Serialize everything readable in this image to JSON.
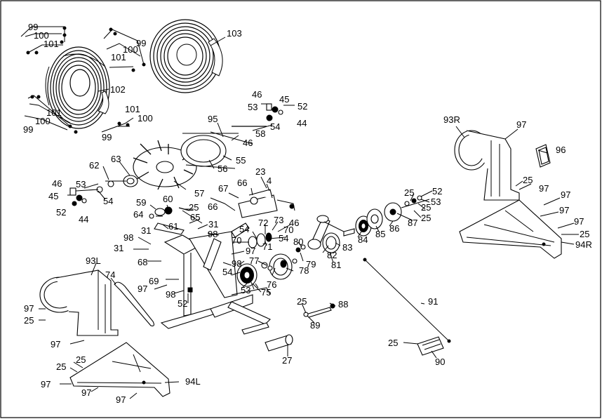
{
  "diagram": {
    "background": "#ffffff",
    "line_color": "#000000",
    "callouts": [
      {
        "id": "c1",
        "text": "99"
      },
      {
        "id": "c2",
        "text": "100"
      },
      {
        "id": "c3",
        "text": "101"
      },
      {
        "id": "c4",
        "text": "99"
      },
      {
        "id": "c5",
        "text": "100"
      },
      {
        "id": "c6",
        "text": "101"
      },
      {
        "id": "c7",
        "text": "103"
      },
      {
        "id": "c8",
        "text": "102"
      },
      {
        "id": "c9",
        "text": "101"
      },
      {
        "id": "c10",
        "text": "100"
      },
      {
        "id": "c11",
        "text": "99"
      },
      {
        "id": "c12",
        "text": "101"
      },
      {
        "id": "c13",
        "text": "100"
      },
      {
        "id": "c14",
        "text": "99"
      },
      {
        "id": "c15",
        "text": "46"
      },
      {
        "id": "c16",
        "text": "45"
      },
      {
        "id": "c17",
        "text": "53"
      },
      {
        "id": "c18",
        "text": "52"
      },
      {
        "id": "c19",
        "text": "54"
      },
      {
        "id": "c20",
        "text": "44"
      },
      {
        "id": "c21",
        "text": "58"
      },
      {
        "id": "c22",
        "text": "95"
      },
      {
        "id": "c23",
        "text": "46"
      },
      {
        "id": "c24",
        "text": "56"
      },
      {
        "id": "c25",
        "text": "55"
      },
      {
        "id": "c26",
        "text": "63"
      },
      {
        "id": "c27",
        "text": "62"
      },
      {
        "id": "c28",
        "text": "57"
      },
      {
        "id": "c29",
        "text": "46"
      },
      {
        "id": "c30",
        "text": "53"
      },
      {
        "id": "c31",
        "text": "45"
      },
      {
        "id": "c32",
        "text": "54"
      },
      {
        "id": "c33",
        "text": "52"
      },
      {
        "id": "c34",
        "text": "44"
      },
      {
        "id": "c35",
        "text": "23"
      },
      {
        "id": "c36",
        "text": "66"
      },
      {
        "id": "c37",
        "text": "67"
      },
      {
        "id": "c38",
        "text": "4"
      },
      {
        "id": "c39",
        "text": "59"
      },
      {
        "id": "c40",
        "text": "60"
      },
      {
        "id": "c41",
        "text": "25"
      },
      {
        "id": "c42",
        "text": "64"
      },
      {
        "id": "c43",
        "text": "66"
      },
      {
        "id": "c44",
        "text": "65"
      },
      {
        "id": "c45",
        "text": "61"
      },
      {
        "id": "c46",
        "text": "31"
      },
      {
        "id": "c47",
        "text": "31"
      },
      {
        "id": "c48",
        "text": "98"
      },
      {
        "id": "c49",
        "text": "98"
      },
      {
        "id": "c50",
        "text": "31"
      },
      {
        "id": "c51",
        "text": "68"
      },
      {
        "id": "c52",
        "text": "70"
      },
      {
        "id": "c53",
        "text": "54"
      },
      {
        "id": "c54",
        "text": "72"
      },
      {
        "id": "c55",
        "text": "73"
      },
      {
        "id": "c56",
        "text": "46"
      },
      {
        "id": "c57",
        "text": "70"
      },
      {
        "id": "c58",
        "text": "54"
      },
      {
        "id": "c59",
        "text": "71"
      },
      {
        "id": "c60",
        "text": "97"
      },
      {
        "id": "c61",
        "text": "98"
      },
      {
        "id": "c62",
        "text": "77"
      },
      {
        "id": "c63",
        "text": "54"
      },
      {
        "id": "c64",
        "text": "69"
      },
      {
        "id": "c65",
        "text": "97"
      },
      {
        "id": "c66",
        "text": "98"
      },
      {
        "id": "c67",
        "text": "76"
      },
      {
        "id": "c68",
        "text": "78"
      },
      {
        "id": "c69",
        "text": "53"
      },
      {
        "id": "c70",
        "text": "75"
      },
      {
        "id": "c71",
        "text": "52"
      },
      {
        "id": "c72",
        "text": "80"
      },
      {
        "id": "c73",
        "text": "82"
      },
      {
        "id": "c74",
        "text": "79"
      },
      {
        "id": "c75",
        "text": "81"
      },
      {
        "id": "c76",
        "text": "83"
      },
      {
        "id": "c77",
        "text": "84"
      },
      {
        "id": "c78",
        "text": "85"
      },
      {
        "id": "c79",
        "text": "86"
      },
      {
        "id": "c80",
        "text": "87"
      },
      {
        "id": "c81",
        "text": "25"
      },
      {
        "id": "c82",
        "text": "52"
      },
      {
        "id": "c83",
        "text": "53"
      },
      {
        "id": "c84",
        "text": "25"
      },
      {
        "id": "c85",
        "text": "25"
      },
      {
        "id": "c86",
        "text": "93R"
      },
      {
        "id": "c87",
        "text": "97"
      },
      {
        "id": "c88",
        "text": "96"
      },
      {
        "id": "c89",
        "text": "25"
      },
      {
        "id": "c90",
        "text": "97"
      },
      {
        "id": "c91",
        "text": "97"
      },
      {
        "id": "c92",
        "text": "97"
      },
      {
        "id": "c93",
        "text": "97"
      },
      {
        "id": "c94",
        "text": "25"
      },
      {
        "id": "c95",
        "text": "94R"
      },
      {
        "id": "c96",
        "text": "93L"
      },
      {
        "id": "c97",
        "text": "74"
      },
      {
        "id": "c98",
        "text": "97"
      },
      {
        "id": "c99",
        "text": "25"
      },
      {
        "id": "c100",
        "text": "97"
      },
      {
        "id": "c101",
        "text": "25"
      },
      {
        "id": "c102",
        "text": "25"
      },
      {
        "id": "c103",
        "text": "97"
      },
      {
        "id": "c104",
        "text": "94L"
      },
      {
        "id": "c105",
        "text": "97"
      },
      {
        "id": "c106",
        "text": "97"
      },
      {
        "id": "c107",
        "text": "91"
      },
      {
        "id": "c108",
        "text": "25"
      },
      {
        "id": "c109",
        "text": "88"
      },
      {
        "id": "c110",
        "text": "89"
      },
      {
        "id": "c111",
        "text": "25"
      },
      {
        "id": "c112",
        "text": "90"
      },
      {
        "id": "c113",
        "text": "27"
      }
    ]
  }
}
